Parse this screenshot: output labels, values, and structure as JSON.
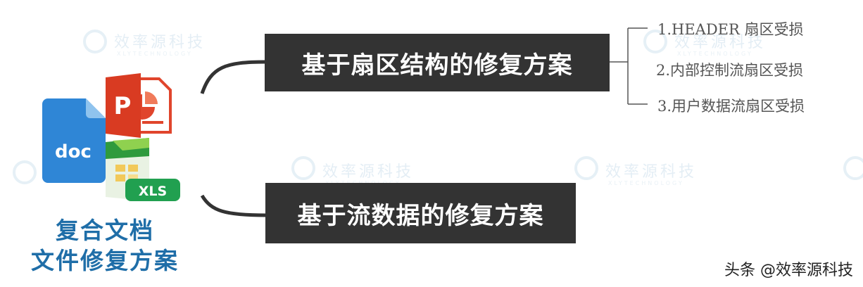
{
  "watermark": {
    "text": "效率源科技",
    "sub": "XLYTECHNOLOGY"
  },
  "root": {
    "line1": "复合文档",
    "line2": "文件修复方案"
  },
  "icons": {
    "doc": {
      "name": "word-doc-icon",
      "label": "doc",
      "color": "#2f86d6"
    },
    "ppt": {
      "name": "powerpoint-icon",
      "label": "P",
      "color": "#e0452c"
    },
    "xls": {
      "name": "excel-icon",
      "label": "XLS",
      "color": "#21a050"
    }
  },
  "branches": [
    {
      "label": "基于扇区结构的修复方案",
      "children": [
        "1.HEADER 扇区受损",
        "2.内部控制流扇区受损",
        "3.用户数据流扇区受损"
      ]
    },
    {
      "label": "基于流数据的修复方案",
      "children": []
    }
  ],
  "credit": "头条 @效率源科技",
  "colors": {
    "box": "#333333",
    "root_text": "#1f6ea8",
    "connector": "#333333"
  }
}
